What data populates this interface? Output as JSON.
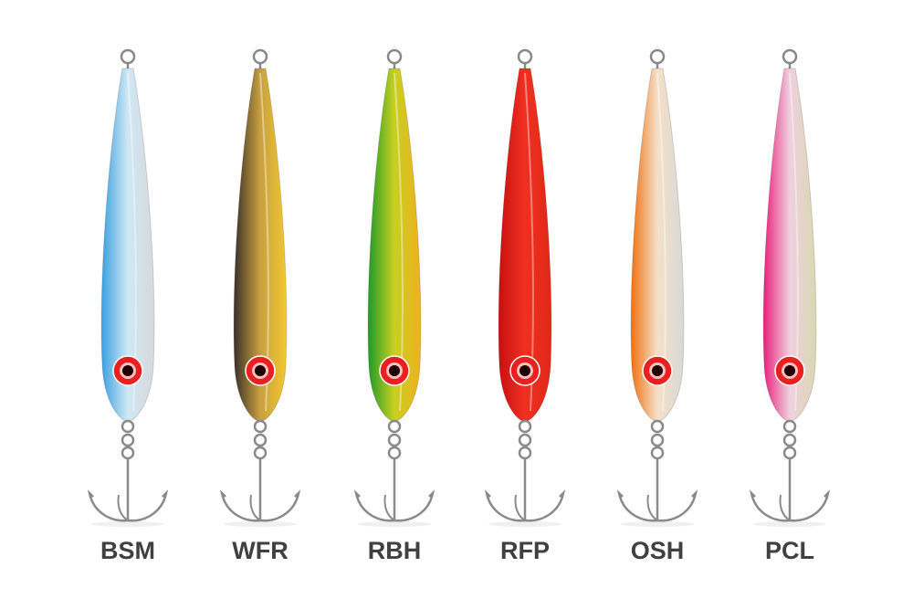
{
  "lures": [
    {
      "code": "BSM",
      "colors": [
        "#3aa0e0",
        "#cfe8f5",
        "#d8d8dc"
      ]
    },
    {
      "code": "WFR",
      "colors": [
        "#3a3028",
        "#c8a040",
        "#f2c830"
      ]
    },
    {
      "code": "RBH",
      "colors": [
        "#1f9a2a",
        "#c8d020",
        "#f0b020"
      ]
    },
    {
      "code": "RFP",
      "colors": [
        "#c81010",
        "#f03020",
        "#e02818"
      ]
    },
    {
      "code": "OSH",
      "colors": [
        "#f07010",
        "#f5e0c8",
        "#d8d8d8"
      ]
    },
    {
      "code": "PCL",
      "colors": [
        "#e8207a",
        "#f0d0e0",
        "#d8d8b0"
      ]
    }
  ]
}
